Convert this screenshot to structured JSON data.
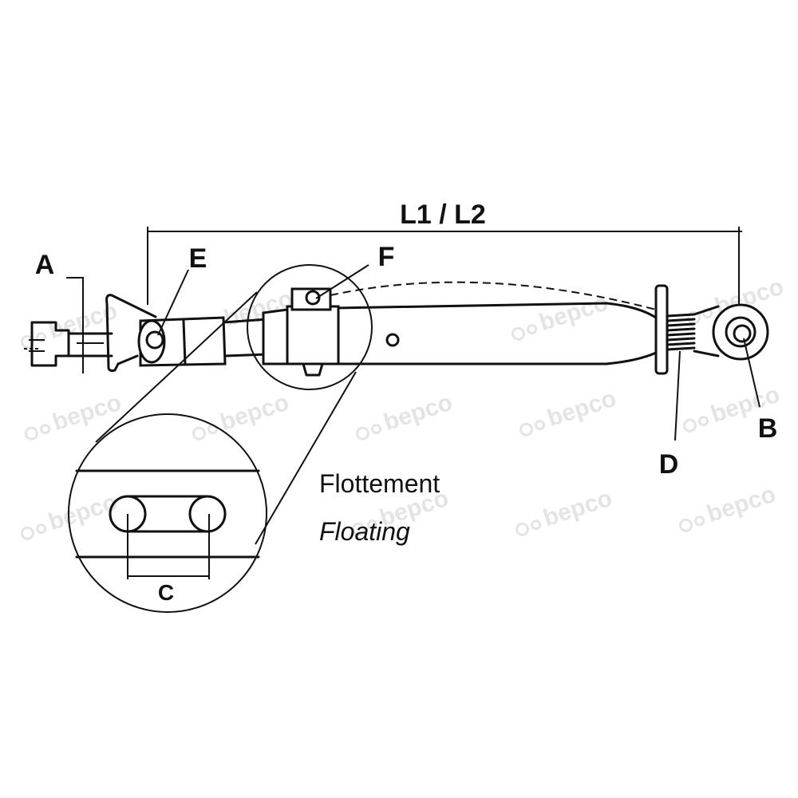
{
  "diagram": {
    "dimension_label": "L1 / L2",
    "labels": {
      "a": "A",
      "b": "B",
      "c": "C",
      "d": "D",
      "e": "E",
      "f": "F"
    },
    "caption": {
      "french": "Flottement",
      "english": "Floating"
    }
  },
  "watermark": {
    "text": "bepco",
    "color": "#e4e4e4"
  }
}
